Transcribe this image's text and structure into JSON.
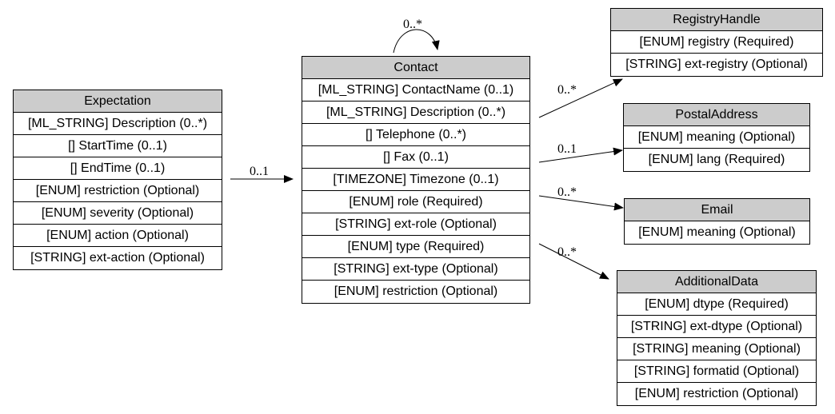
{
  "nodes": {
    "expectation": {
      "title": "Expectation",
      "rows": [
        "[ML_STRING] Description (0..*)",
        "[] StartTime (0..1)",
        "[] EndTime (0..1)",
        "[ENUM] restriction (Optional)",
        "[ENUM] severity (Optional)",
        "[ENUM] action (Optional)",
        "[STRING] ext-action (Optional)"
      ]
    },
    "contact": {
      "title": "Contact",
      "rows": [
        "[ML_STRING] ContactName (0..1)",
        "[ML_STRING] Description (0..*)",
        "[] Telephone (0..*)",
        "[] Fax (0..1)",
        "[TIMEZONE] Timezone (0..1)",
        "[ENUM] role (Required)",
        "[STRING] ext-role (Optional)",
        "[ENUM] type (Required)",
        "[STRING] ext-type (Optional)",
        "[ENUM] restriction (Optional)"
      ]
    },
    "registry_handle": {
      "title": "RegistryHandle",
      "rows": [
        "[ENUM] registry (Required)",
        "[STRING] ext-registry (Optional)"
      ]
    },
    "postal_address": {
      "title": "PostalAddress",
      "rows": [
        "[ENUM] meaning (Optional)",
        "[ENUM] lang (Required)"
      ]
    },
    "email": {
      "title": "Email",
      "rows": [
        "[ENUM] meaning (Optional)"
      ]
    },
    "additional_data": {
      "title": "AdditionalData",
      "rows": [
        "[ENUM] dtype (Required)",
        "[STRING] ext-dtype (Optional)",
        "[STRING] meaning (Optional)",
        "[STRING] formatid (Optional)",
        "[ENUM] restriction (Optional)"
      ]
    }
  },
  "edges": {
    "expectation_contact": "0..1",
    "contact_self": "0..*",
    "contact_registry_handle": "0..*",
    "contact_postal_address": "0..1",
    "contact_email": "0..*",
    "contact_additional_data": "0..*"
  },
  "colors": {
    "header_fill": "#cccccc",
    "border": "#000000",
    "background": "#ffffff"
  }
}
